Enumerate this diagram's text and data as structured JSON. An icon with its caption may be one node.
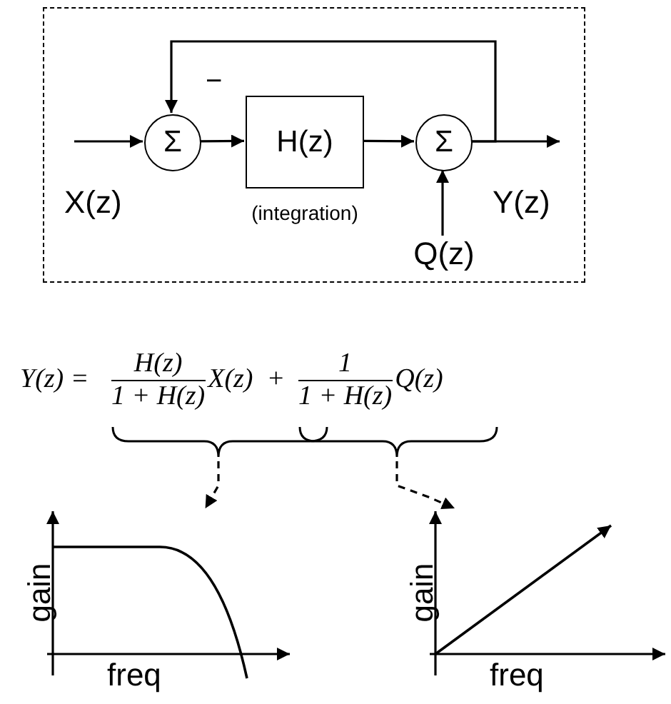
{
  "diagram": {
    "nodes": [
      {
        "text": [],
        "shape": "box"
      },
      {
        "text": [
          "Σ"
        ],
        "in": 0
      },
      {
        "text": [
          "H(z)"
        ],
        "beside": [
          "(integration)"
        ],
        "in": 0
      },
      {
        "text": [
          "Σ"
        ],
        "in": 0
      },
      {
        "text": [
          "Q(z)"
        ],
        "in": 0
      },
      {
        "text": [
          "H(z)",
          "1 + H(z)",
          "X(z)"
        ]
      },
      {
        "text": [
          "1",
          "1 + H(z)",
          "Q(z)"
        ]
      },
      {
        "text": [
          "gain",
          "freq"
        ]
      },
      {
        "text": [
          "gain",
          "freq"
        ]
      }
    ],
    "edges": [
      {
        "from": null,
        "to": 1,
        "arrow": "to"
      },
      {
        "from": 1,
        "to": 2,
        "arrow": "to"
      },
      {
        "from": 2,
        "to": 3,
        "arrow": "to"
      },
      {
        "from": 3,
        "to": null,
        "arrow": "to"
      },
      {
        "from": 4,
        "to": 3,
        "arrow": "to"
      },
      {
        "from": 3,
        "to": 1,
        "arrow": "to",
        "label": "−"
      },
      {
        "from": 5,
        "to": 7,
        "arrow": "to",
        "style": "dashed"
      },
      {
        "from": 6,
        "to": 8,
        "arrow": "to",
        "style": "dashed"
      }
    ],
    "labels": [
      "X(z)",
      "Y(z)",
      "Y(z) =",
      "+"
    ]
  }
}
